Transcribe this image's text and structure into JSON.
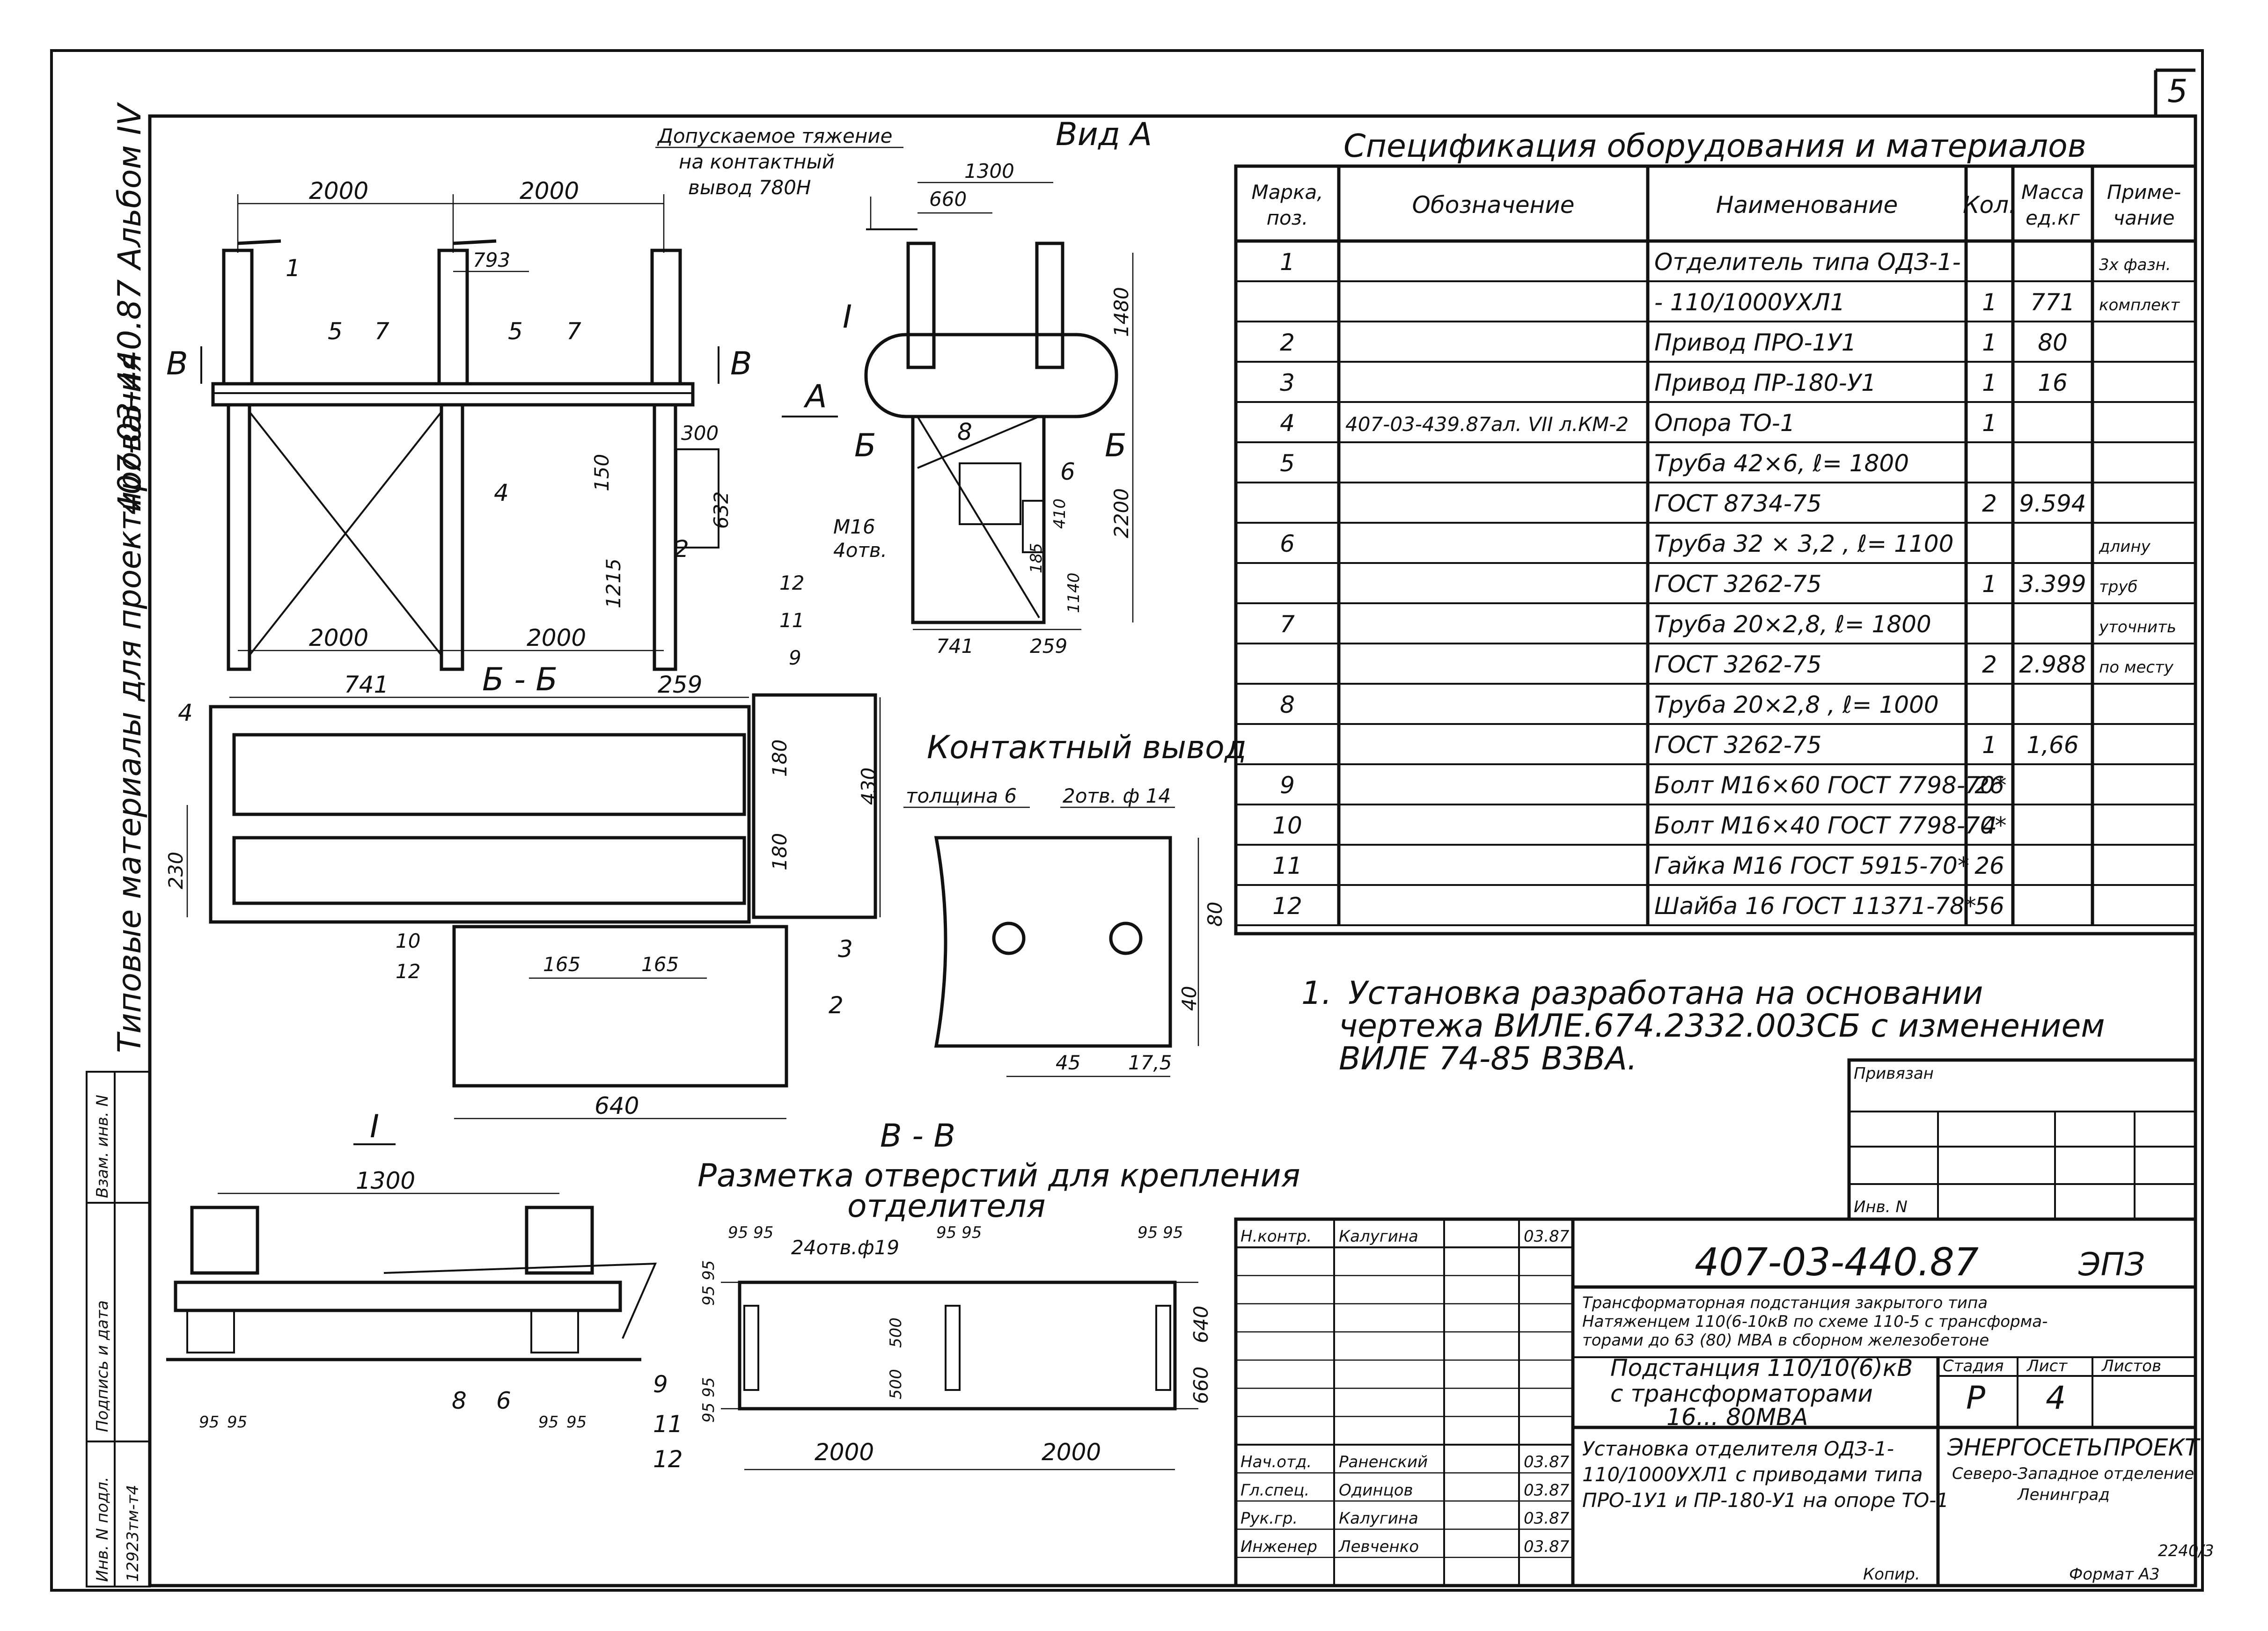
{
  "sheet": {
    "page_number": "5",
    "album_vertical": "407-03-440.87 Альбом IV",
    "typical_vertical": "Типовые материалы для проектирования"
  },
  "front_view": {
    "dims_top": [
      "2000",
      "2000"
    ],
    "dim_793": "793",
    "dims_bottom": [
      "2000",
      "2000"
    ],
    "side_dims": [
      "300",
      "150",
      "632",
      "1215"
    ],
    "callouts": [
      "1",
      "5",
      "7",
      "5",
      "7",
      "4",
      "2"
    ],
    "section_letter": "В"
  },
  "section_marks": {
    "arrow_a": "А",
    "b_left": "Б",
    "b_right": "Б",
    "v_label": "В"
  },
  "tension_note": [
    "Допускаемое тяжение",
    "на контактный",
    "вывод 780Н"
  ],
  "view_a": {
    "title": "Вид А",
    "dims_top": [
      "1300",
      "660"
    ],
    "dims_right": [
      "1480",
      "2200"
    ],
    "dims_small": [
      "410",
      "185",
      "1140"
    ],
    "dims_bottom": [
      "741",
      "259"
    ],
    "bolt": [
      "М16",
      "4отв."
    ],
    "callouts": [
      "8",
      "6"
    ],
    "detail_mark": "I"
  },
  "section_bb": {
    "title": "Б - Б",
    "dims_top": [
      "741",
      "259"
    ],
    "dims_right": [
      "180",
      "180",
      "430"
    ],
    "dim_left": "230",
    "dims_bottom": [
      "165",
      "165",
      "640"
    ],
    "callouts": [
      "4",
      "12",
      "11",
      "9",
      "3",
      "2",
      "10",
      "12"
    ]
  },
  "contact": {
    "title": "Контактный вывод",
    "thickness": "толщина 6",
    "holes": "2отв. ф 14",
    "dims": [
      "80",
      "40",
      "45",
      "17,5"
    ]
  },
  "detail_i": {
    "mark": "I",
    "dim_1300": "1300",
    "dims_95": [
      "95",
      "95",
      "95",
      "95"
    ],
    "callouts": [
      "8",
      "6",
      "9",
      "11",
      "12"
    ]
  },
  "section_vv": {
    "title": "В - В",
    "subtitle": [
      "Разметка отверстий для крепления",
      "отделителя"
    ],
    "holes_note": "24отв.ф19",
    "dims_95": [
      "95 95",
      "95 95",
      "95 95"
    ],
    "dims_vert": [
      "500",
      "500"
    ],
    "dims_right": [
      "640",
      "660"
    ],
    "dims_bottom": [
      "2000",
      "2000"
    ],
    "dims_left": [
      "95 95",
      "95 95"
    ]
  },
  "spec": {
    "title": "Спецификация оборудования и материалов",
    "headers": [
      "Марка, поз.",
      "Обозначение",
      "Наименование",
      "Кол.",
      "Масса ед.кг",
      "Приме- чание"
    ],
    "rows": [
      [
        "1",
        "",
        "Отделитель типа ОДЗ-1-",
        "",
        "",
        "3х фазн."
      ],
      [
        "",
        "",
        "- 110/1000УХЛ1",
        "1",
        "771",
        "комплект"
      ],
      [
        "2",
        "",
        "Привод ПРО-1У1",
        "1",
        "80",
        ""
      ],
      [
        "3",
        "",
        "Привод ПР-180-У1",
        "1",
        "16",
        ""
      ],
      [
        "4",
        "407-03-439.87ал. VII л.КМ-2",
        "Опора ТО-1",
        "1",
        "",
        ""
      ],
      [
        "5",
        "",
        "Труба 42×6, ℓ= 1800",
        "",
        "",
        ""
      ],
      [
        "",
        "",
        "ГОСТ 8734-75",
        "2",
        "9.594",
        ""
      ],
      [
        "6",
        "",
        "Труба 32 × 3,2 , ℓ= 1100",
        "",
        "",
        "длину"
      ],
      [
        "",
        "",
        "ГОСТ 3262-75",
        "1",
        "3.399",
        "труб"
      ],
      [
        "7",
        "",
        "Труба 20×2,8, ℓ= 1800",
        "",
        "",
        "уточнить"
      ],
      [
        "",
        "",
        "ГОСТ 3262-75",
        "2",
        "2.988",
        "по месту"
      ],
      [
        "8",
        "",
        "Труба 20×2,8 , ℓ= 1000",
        "",
        "",
        ""
      ],
      [
        "",
        "",
        "ГОСТ 3262-75",
        "1",
        "1,66",
        ""
      ],
      [
        "9",
        "",
        "Болт М16×60 ГОСТ 7798-70*",
        "26",
        "",
        ""
      ],
      [
        "10",
        "",
        "Болт М16×40 ГОСТ 7798-70*",
        "4",
        "",
        ""
      ],
      [
        "11",
        "",
        "Гайка М16 ГОСТ 5915-70*",
        "26",
        "",
        ""
      ],
      [
        "12",
        "",
        "Шайба 16 ГОСТ 11371-78*",
        "56",
        "",
        ""
      ]
    ]
  },
  "note": {
    "number": "1.",
    "lines": [
      "Установка разработана на основании",
      "чертежа ВИЛЕ.674.2332.003СБ с изменением",
      "ВИЛЕ 74-85 ВЗВА."
    ]
  },
  "stamp": {
    "bound_label": "Привязан",
    "inv_label": "Инв. N",
    "code": "407-03-440.87",
    "mark": "ЭПЗ",
    "project_title": [
      "Трансформаторная подстанция закрытого типа",
      "Натяженцем 110(6-10кВ по схеме 110-5 с трансформа-",
      "торами до 63 (80) МВА в сборном железобетоне"
    ],
    "sub_title": [
      "Подстанция 110/10(6)кВ",
      "с трансформаторами",
      "16... 80МВА"
    ],
    "stage_label": "Стадия",
    "sheet_label": "Лист",
    "sheets_label": "Листов",
    "stage": "Р",
    "sheet": "4",
    "drawing_title": [
      "Установка отделителя ОДЗ-1-",
      "110/1000УХЛ1 с приводами типа",
      "ПРО-1У1 и ПР-180-У1 на опоре ТО-1"
    ],
    "org": [
      "ЭНЕРГОСЕТЬПРОЕКТ",
      "Северо-Западное отделение",
      "Ленинград"
    ],
    "people": [
      {
        "role": "Н.контр.",
        "name": "Калугина",
        "date": "03.87"
      },
      {
        "role": "Нач.отд.",
        "name": "Раненский",
        "date": "03.87"
      },
      {
        "role": "Гл.спец.",
        "name": "Одинцов",
        "date": "03.87"
      },
      {
        "role": "Рук.гр.",
        "name": "Калугина",
        "date": "03.87"
      },
      {
        "role": "Инженер",
        "name": "Левченко",
        "date": "03.87"
      }
    ]
  },
  "left_stamp": {
    "cells": [
      "Взам. инв. N",
      "Подпись и дата",
      "Инв. N подл.",
      "12923тм-т4"
    ]
  },
  "footer": {
    "code": "2240/3",
    "copied": "Копир.",
    "format": "Формат А3"
  }
}
